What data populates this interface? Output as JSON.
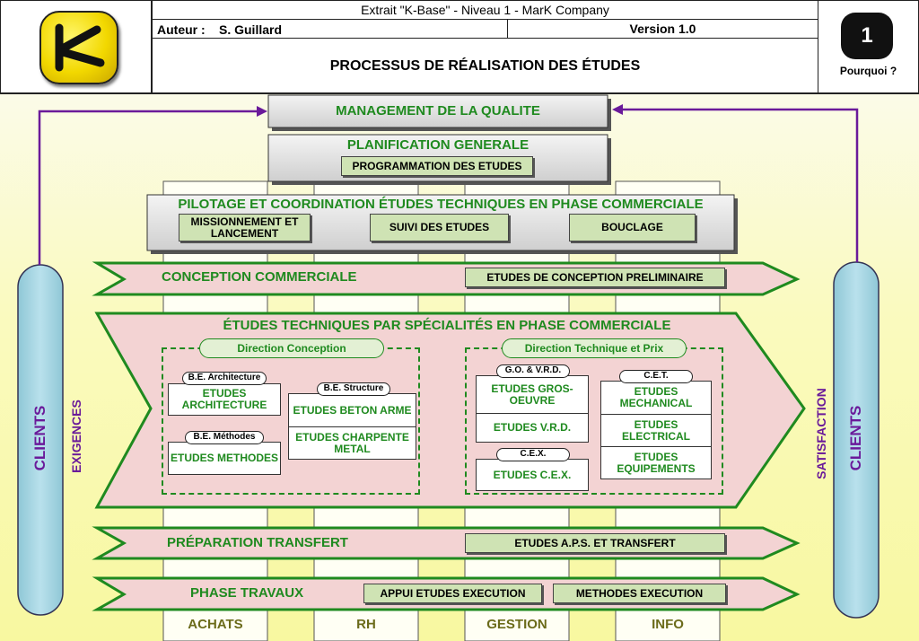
{
  "header": {
    "source": "Extrait \"K-Base\" - Niveau 1 - MarK Company",
    "author_label": "Auteur :",
    "author": "S. Guillard",
    "version": "Version 1.0",
    "title": "PROCESSUS DE RÉALISATION DES ÉTUDES",
    "badge_number": "1",
    "why_link": "Pourquoi ?"
  },
  "colors": {
    "green_text": "#1f8a1f",
    "arrow_fill": "#f3d3d3",
    "box_fill": "#cfe3b4",
    "client_blue": "#a8d4e0",
    "purple": "#6a1a9a"
  },
  "management": {
    "label": "MANAGEMENT DE LA QUALITE"
  },
  "planification": {
    "label": "PLANIFICATION GENERALE",
    "box": "PROGRAMMATION DES ETUDES"
  },
  "pilotage": {
    "label": "PILOTAGE ET COORDINATION ÉTUDES TECHNIQUES EN PHASE COMMERCIALE",
    "boxes": [
      "MISSIONNEMENT ET LANCEMENT",
      "SUIVI DES ETUDES",
      "BOUCLAGE"
    ]
  },
  "conception": {
    "label": "CONCEPTION COMMERCIALE",
    "box": "ETUDES DE CONCEPTION PRELIMINAIRE"
  },
  "etudes": {
    "label": "ÉTUDES TECHNIQUES PAR SPÉCIALITÉS EN PHASE COMMERCIALE",
    "direction_conception": "Direction Conception",
    "direction_technique": "Direction Technique et Prix",
    "be_architecture": {
      "tag": "B.E. Architecture",
      "box": "ETUDES ARCHITECTURE"
    },
    "be_methodes": {
      "tag": "B.E. Méthodes",
      "box": "ETUDES METHODES"
    },
    "be_structure": {
      "tag": "B.E. Structure",
      "box1": "ETUDES BETON ARME",
      "box2": "ETUDES CHARPENTE METAL"
    },
    "go_vrd": {
      "tag": "G.O. & V.R.D.",
      "box1": "ETUDES GROS-OEUVRE",
      "box2": "ETUDES V.R.D."
    },
    "cex": {
      "tag": "C.E.X.",
      "box": "ETUDES C.E.X."
    },
    "cet": {
      "tag": "C.E.T.",
      "box1": "ETUDES MECHANICAL",
      "box2": "ETUDES ELECTRICAL",
      "box3": "ETUDES EQUIPEMENTS"
    }
  },
  "preparation": {
    "label": "PRÉPARATION TRANSFERT",
    "box": "ETUDES A.P.S. ET TRANSFERT"
  },
  "travaux": {
    "label": "PHASE TRAVAUX",
    "box1": "APPUI ETUDES EXECUTION",
    "box2": "METHODES EXECUTION"
  },
  "columns": [
    "ACHATS",
    "RH",
    "GESTION",
    "INFO"
  ],
  "left": {
    "clients": "CLIENTS",
    "side": "EXIGENCES"
  },
  "right": {
    "clients": "CLIENTS",
    "side": "SATISFACTION"
  }
}
